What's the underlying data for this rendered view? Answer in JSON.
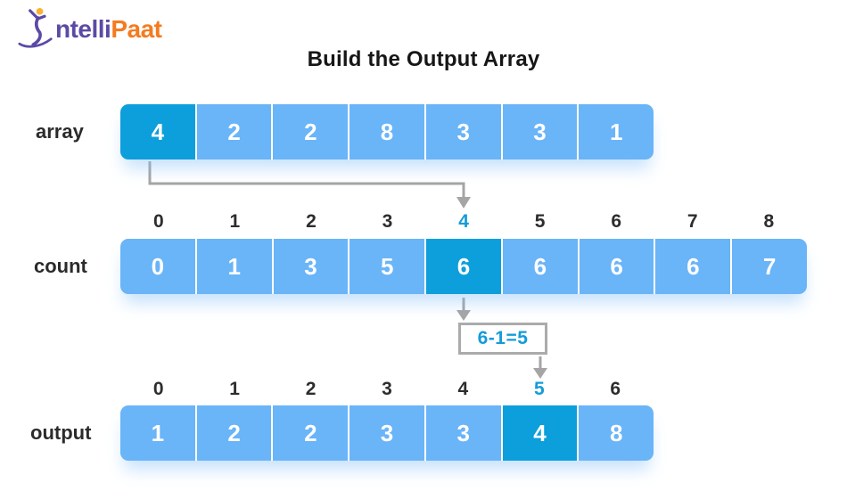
{
  "logo": {
    "text_primary": "ntelli",
    "text_secondary": "Paat"
  },
  "title": "Build the Output Array",
  "rows": [
    {
      "id": "array",
      "label": "array",
      "values": [
        "4",
        "2",
        "2",
        "8",
        "3",
        "3",
        "1"
      ],
      "highlight": 0
    },
    {
      "id": "count",
      "label": "count",
      "indices": [
        "0",
        "1",
        "2",
        "3",
        "4",
        "5",
        "6",
        "7",
        "8"
      ],
      "values": [
        "0",
        "1",
        "3",
        "5",
        "6",
        "6",
        "6",
        "6",
        "7"
      ],
      "highlight": 4
    },
    {
      "id": "output",
      "label": "output",
      "indices": [
        "0",
        "1",
        "2",
        "3",
        "4",
        "5",
        "6"
      ],
      "values": [
        "1",
        "2",
        "2",
        "3",
        "3",
        "4",
        "8"
      ],
      "highlight": 5
    }
  ],
  "annotation": {
    "formula": "6-1=5"
  },
  "colors": {
    "cell": "#6ab4f8",
    "cell_highlight": "#0c9fdb",
    "accent_text": "#149cd9",
    "arrow": "#a5a5a5",
    "logo_purple": "#5b4aa5",
    "logo_orange": "#f47b20"
  }
}
